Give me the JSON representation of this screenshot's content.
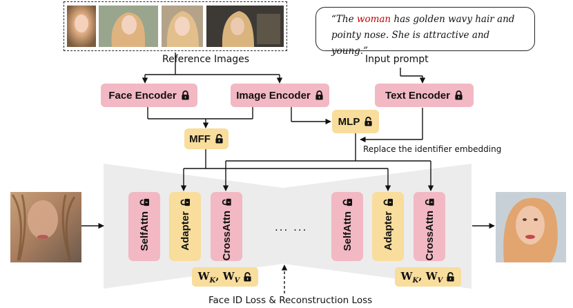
{
  "reference_images_label": "Reference Images",
  "input_prompt_label": "Input prompt",
  "prompt": {
    "line1_pre": "“The ",
    "highlight": "woman",
    "line1_post": " has golden wavy hair and",
    "line2": "pointy nose. She is attractive and young.”",
    "highlight_color": "#c00000"
  },
  "encoders": {
    "face": "Face Encoder",
    "image": "Image Encoder",
    "text": "Text Encoder"
  },
  "mlp": "MLP",
  "mff": "MFF",
  "replace_note": "Replace the identifier embedding",
  "unet_blocks": {
    "selfattn": "SelfAttn",
    "adapter": "Adapter",
    "crossattn": "CrossAttn",
    "ellipsis": "... ..."
  },
  "wkv": {
    "w": "W",
    "k": "K",
    "comma": ", ",
    "v": "V"
  },
  "loss_label": "Face ID Loss & Reconstruction Loss",
  "colors": {
    "pink": "#f2b8c3",
    "yellow": "#f8dd9c",
    "unet_bg": "#ececec",
    "line": "#111111"
  },
  "icons": [
    "locked-icon",
    "unlocked-icon"
  ]
}
